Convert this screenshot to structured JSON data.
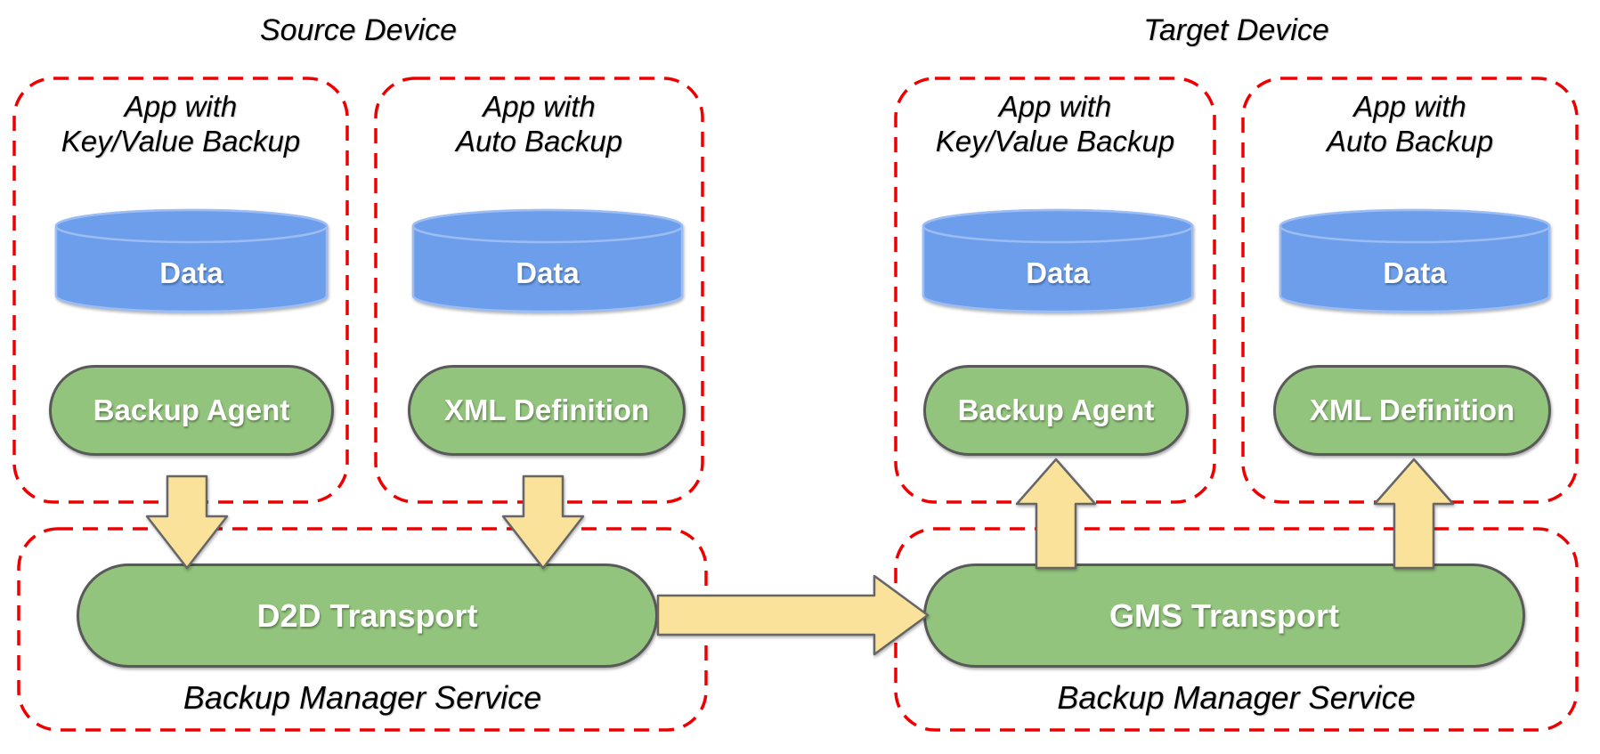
{
  "diagram": {
    "source": {
      "title": "Source Device",
      "apps": [
        {
          "name_line1": "App with",
          "name_line2": "Key/Value Backup",
          "data_store": "Data",
          "component": "Backup Agent"
        },
        {
          "name_line1": "App with",
          "name_line2": "Auto Backup",
          "data_store": "Data",
          "component": "XML Definition"
        }
      ],
      "service": {
        "transport": "D2D Transport",
        "name": "Backup Manager Service"
      }
    },
    "target": {
      "title": "Target Device",
      "apps": [
        {
          "name_line1": "App with",
          "name_line2": "Key/Value Backup",
          "data_store": "Data",
          "component": "Backup Agent"
        },
        {
          "name_line1": "App with",
          "name_line2": "Auto Backup",
          "data_store": "Data",
          "component": "XML Definition"
        }
      ],
      "service": {
        "transport": "GMS Transport",
        "name": "Backup Manager Service"
      }
    },
    "flows": [
      {
        "from": "Backup Agent (source app)",
        "to": "D2D Transport",
        "direction": "down"
      },
      {
        "from": "XML Definition (source app)",
        "to": "D2D Transport",
        "direction": "down"
      },
      {
        "from": "D2D Transport",
        "to": "GMS Transport",
        "direction": "right"
      },
      {
        "from": "GMS Transport",
        "to": "Backup Agent (target app)",
        "direction": "up"
      },
      {
        "from": "GMS Transport",
        "to": "XML Definition (target app)",
        "direction": "up"
      }
    ],
    "colors": {
      "container_dash_red": "#ee0000",
      "node_green": "#93c47d",
      "node_border_gray": "#595959",
      "data_blue": "#6d9eeb",
      "data_blue_rim": "#9cbcf4",
      "arrow_yellow": "#fbe29b",
      "arrow_border_gray": "#666666",
      "text_black": "#000000",
      "text_white": "#ffffff"
    }
  }
}
